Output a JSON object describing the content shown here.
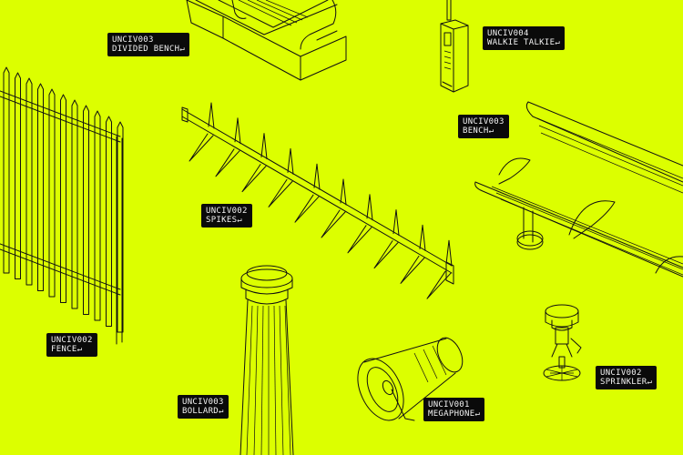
{
  "page": {
    "background_color": "#dcff00"
  },
  "items": [
    {
      "code": "UNCIV003",
      "name": "DIVIDED BENCH↵"
    },
    {
      "code": "UNCIV004",
      "name": "WALKIE TALKIE↵"
    },
    {
      "code": "UNCIV003",
      "name": "BENCH↵"
    },
    {
      "code": "UNCIV002",
      "name": "SPIKES↵"
    },
    {
      "code": "UNCIV002",
      "name": "FENCE↵"
    },
    {
      "code": "UNCIV003",
      "name": "BOLLARD↵"
    },
    {
      "code": "UNCIV001",
      "name": "MEGAPHONE↵"
    },
    {
      "code": "UNCIV002",
      "name": "SPRINKLER↵"
    }
  ],
  "illustrations": [
    "divided-bench",
    "walkie-talkie",
    "bench",
    "spikes",
    "fence",
    "bollard",
    "megaphone",
    "sprinkler"
  ]
}
